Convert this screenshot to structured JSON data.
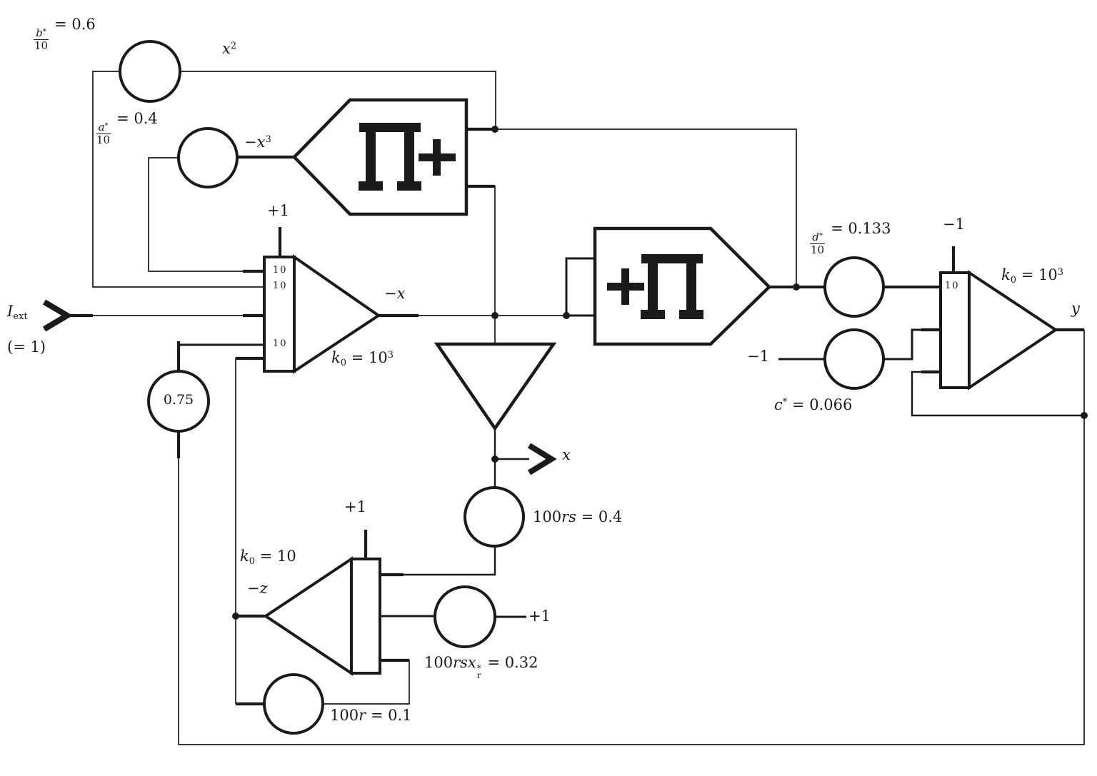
{
  "figure": {
    "background": "#ffffff",
    "ink": "#1a1a1a",
    "description": "Analog computer patch diagram with two multipliers, three operational amplifiers/integrators and eight coefficient potentiometers"
  },
  "terminals": {
    "input": {
      "base": "I",
      "sub": "ext",
      "value_note": "(= 1)"
    },
    "x_output": "x",
    "y_output": "y"
  },
  "signals": {
    "x_squared": {
      "base": "x",
      "exp": "2"
    },
    "minus_x_cubed": {
      "base": "−x",
      "exp": "3"
    },
    "minus_x": "−x",
    "minus_z": "−z"
  },
  "pots": {
    "b": {
      "num": "b",
      "num_sup": "*",
      "den": "10",
      "eq": "= 0.6"
    },
    "a": {
      "num": "a",
      "num_sup": "*",
      "den": "10",
      "eq": "= 0.4"
    },
    "d": {
      "num": "d",
      "num_sup": "*",
      "den": "10",
      "eq": "= 0.133"
    },
    "c": {
      "base": "c",
      "sup": "*",
      "eq": " = 0.066"
    },
    "p075": "0.75",
    "rs": {
      "coef": "100",
      "vars": "rs",
      "eq": " = 0.4"
    },
    "rsxr": {
      "coef": "100",
      "vars": "rs",
      "base": "x",
      "sup": "*",
      "sub": "r",
      "eq": " = 0.32"
    },
    "r": {
      "coef": "100",
      "vars": "r",
      "eq": " = 0.1"
    }
  },
  "amps": {
    "x": {
      "k0_base": "k",
      "k0_sub": "0",
      "k0_eq": " = 10",
      "k0_exp": "3",
      "ic": "+1",
      "gain": "10"
    },
    "y": {
      "k0_base": "k",
      "k0_sub": "0",
      "k0_eq": " = 10",
      "k0_exp": "3",
      "ic": "−1",
      "gain": "10"
    },
    "z": {
      "k0_base": "k",
      "k0_sub": "0",
      "k0_eq": " = 10",
      "ic": "+1"
    }
  },
  "multipliers": {
    "m1_symbol": "∏+",
    "m2_symbol": "+∏"
  },
  "constants": {
    "plus1": "+1",
    "minus1": "−1"
  }
}
